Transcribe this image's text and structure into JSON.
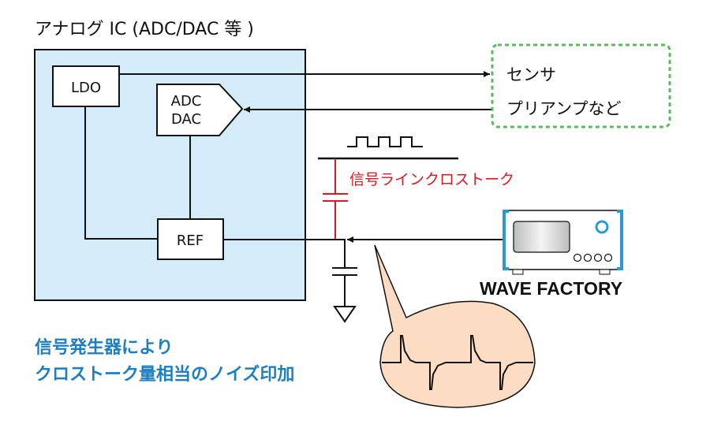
{
  "title": "アナログ IC (ADC/DAC 等 )",
  "ic_blocks": {
    "ldo": "LDO",
    "adc_line1": "ADC",
    "adc_line2": "DAC",
    "ref": "REF"
  },
  "external": {
    "line1": "センサ",
    "line2": "プリアンプなど"
  },
  "crosstalk_label": "信号ラインクロストーク",
  "generator_label": "WAVE FACTORY",
  "caption": {
    "line1": "信号発生器により",
    "line2": "クロストーク量相当のノイズ印加"
  },
  "colors": {
    "ic_fill": "#d4ebf9",
    "crosstalk": "#e5141e",
    "caption": "#1d7fc1",
    "dashed_border": "#5cb85c",
    "bubble_fill": "#fcdcc2",
    "generator_accent": "#2a9ad6"
  }
}
